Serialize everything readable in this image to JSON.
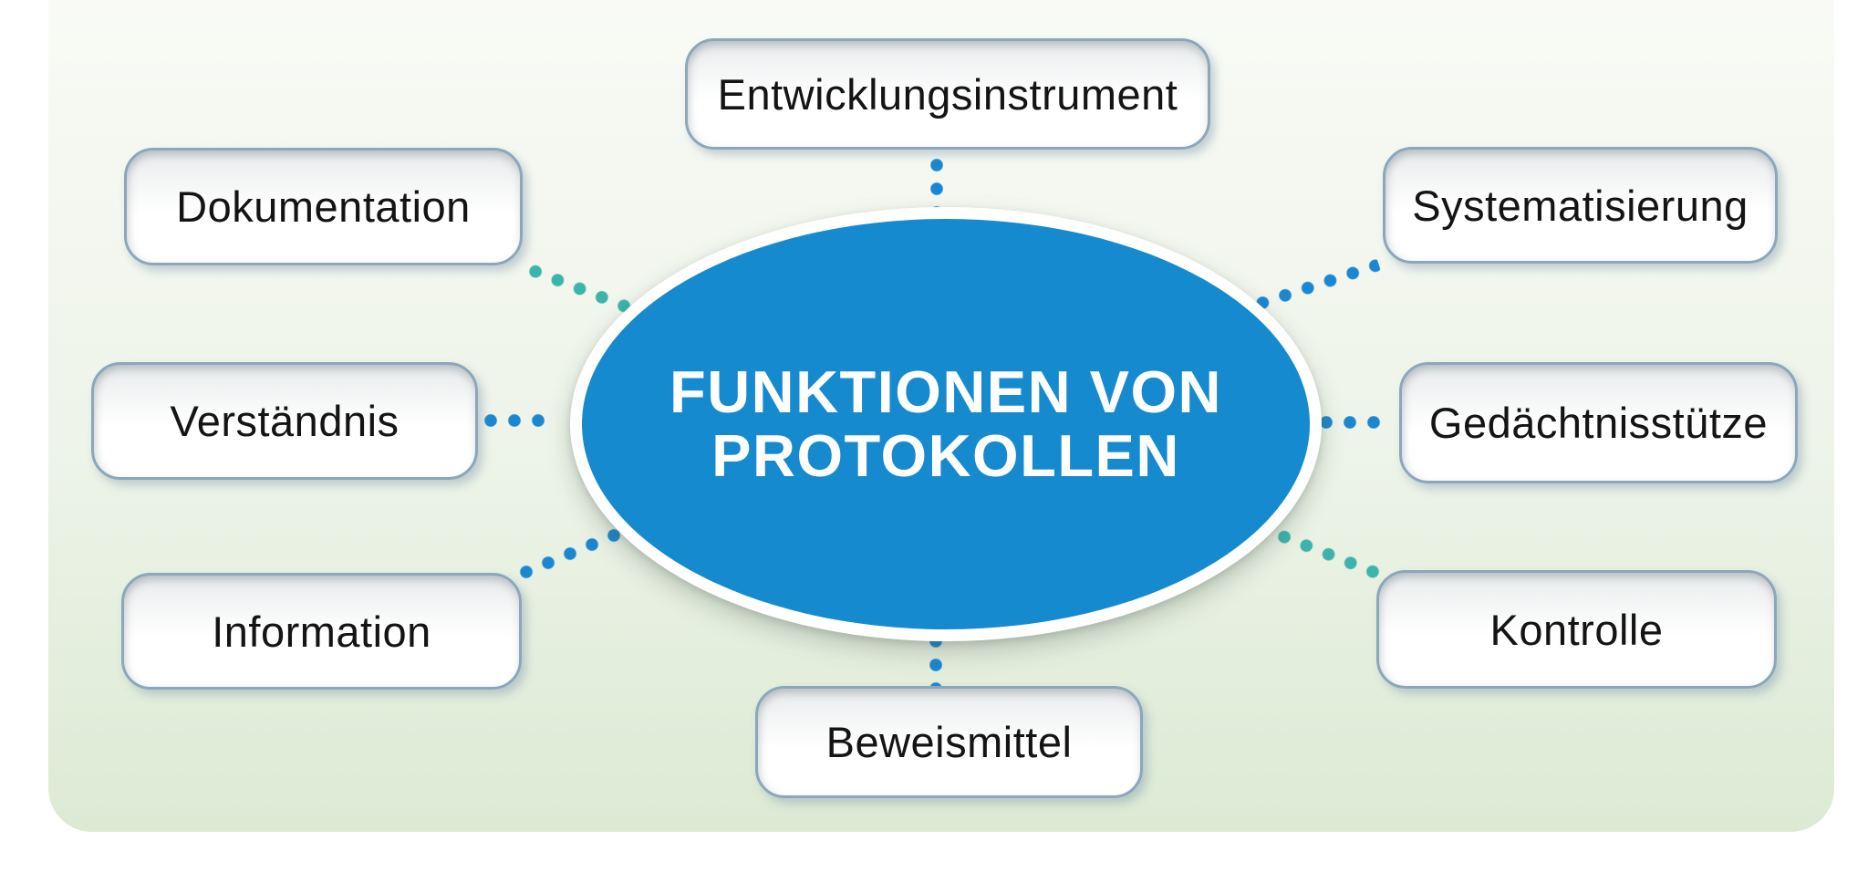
{
  "diagram": {
    "center": {
      "title_line1": "FUNKTIONEN VON",
      "title_line2": "PROTOKOLLEN"
    },
    "nodes": [
      {
        "id": "entwicklungsinstrument",
        "label": "Entwicklungsinstrument",
        "position": "top-center"
      },
      {
        "id": "dokumentation",
        "label": "Dokumentation",
        "position": "top-left"
      },
      {
        "id": "systematisierung",
        "label": "Systematisierung",
        "position": "top-right"
      },
      {
        "id": "verstaendnis",
        "label": "Verständnis",
        "position": "middle-left"
      },
      {
        "id": "gedaechtnisstuetze",
        "label": "Gedächtnisstütze",
        "position": "middle-right"
      },
      {
        "id": "information",
        "label": "Information",
        "position": "bottom-left"
      },
      {
        "id": "kontrolle",
        "label": "Kontrolle",
        "position": "bottom-right"
      },
      {
        "id": "beweismittel",
        "label": "Beweismittel",
        "position": "bottom-center"
      }
    ],
    "colors": {
      "center_fill": "#168ace",
      "dot_blue": "#1a87d0",
      "dot_teal": "#3cb4ab",
      "node_border": "#8ca6bb",
      "node_text": "#141414",
      "title_text": "#ffffff",
      "panel_top": "#fafbf7",
      "panel_bottom": "#dcead4"
    }
  }
}
